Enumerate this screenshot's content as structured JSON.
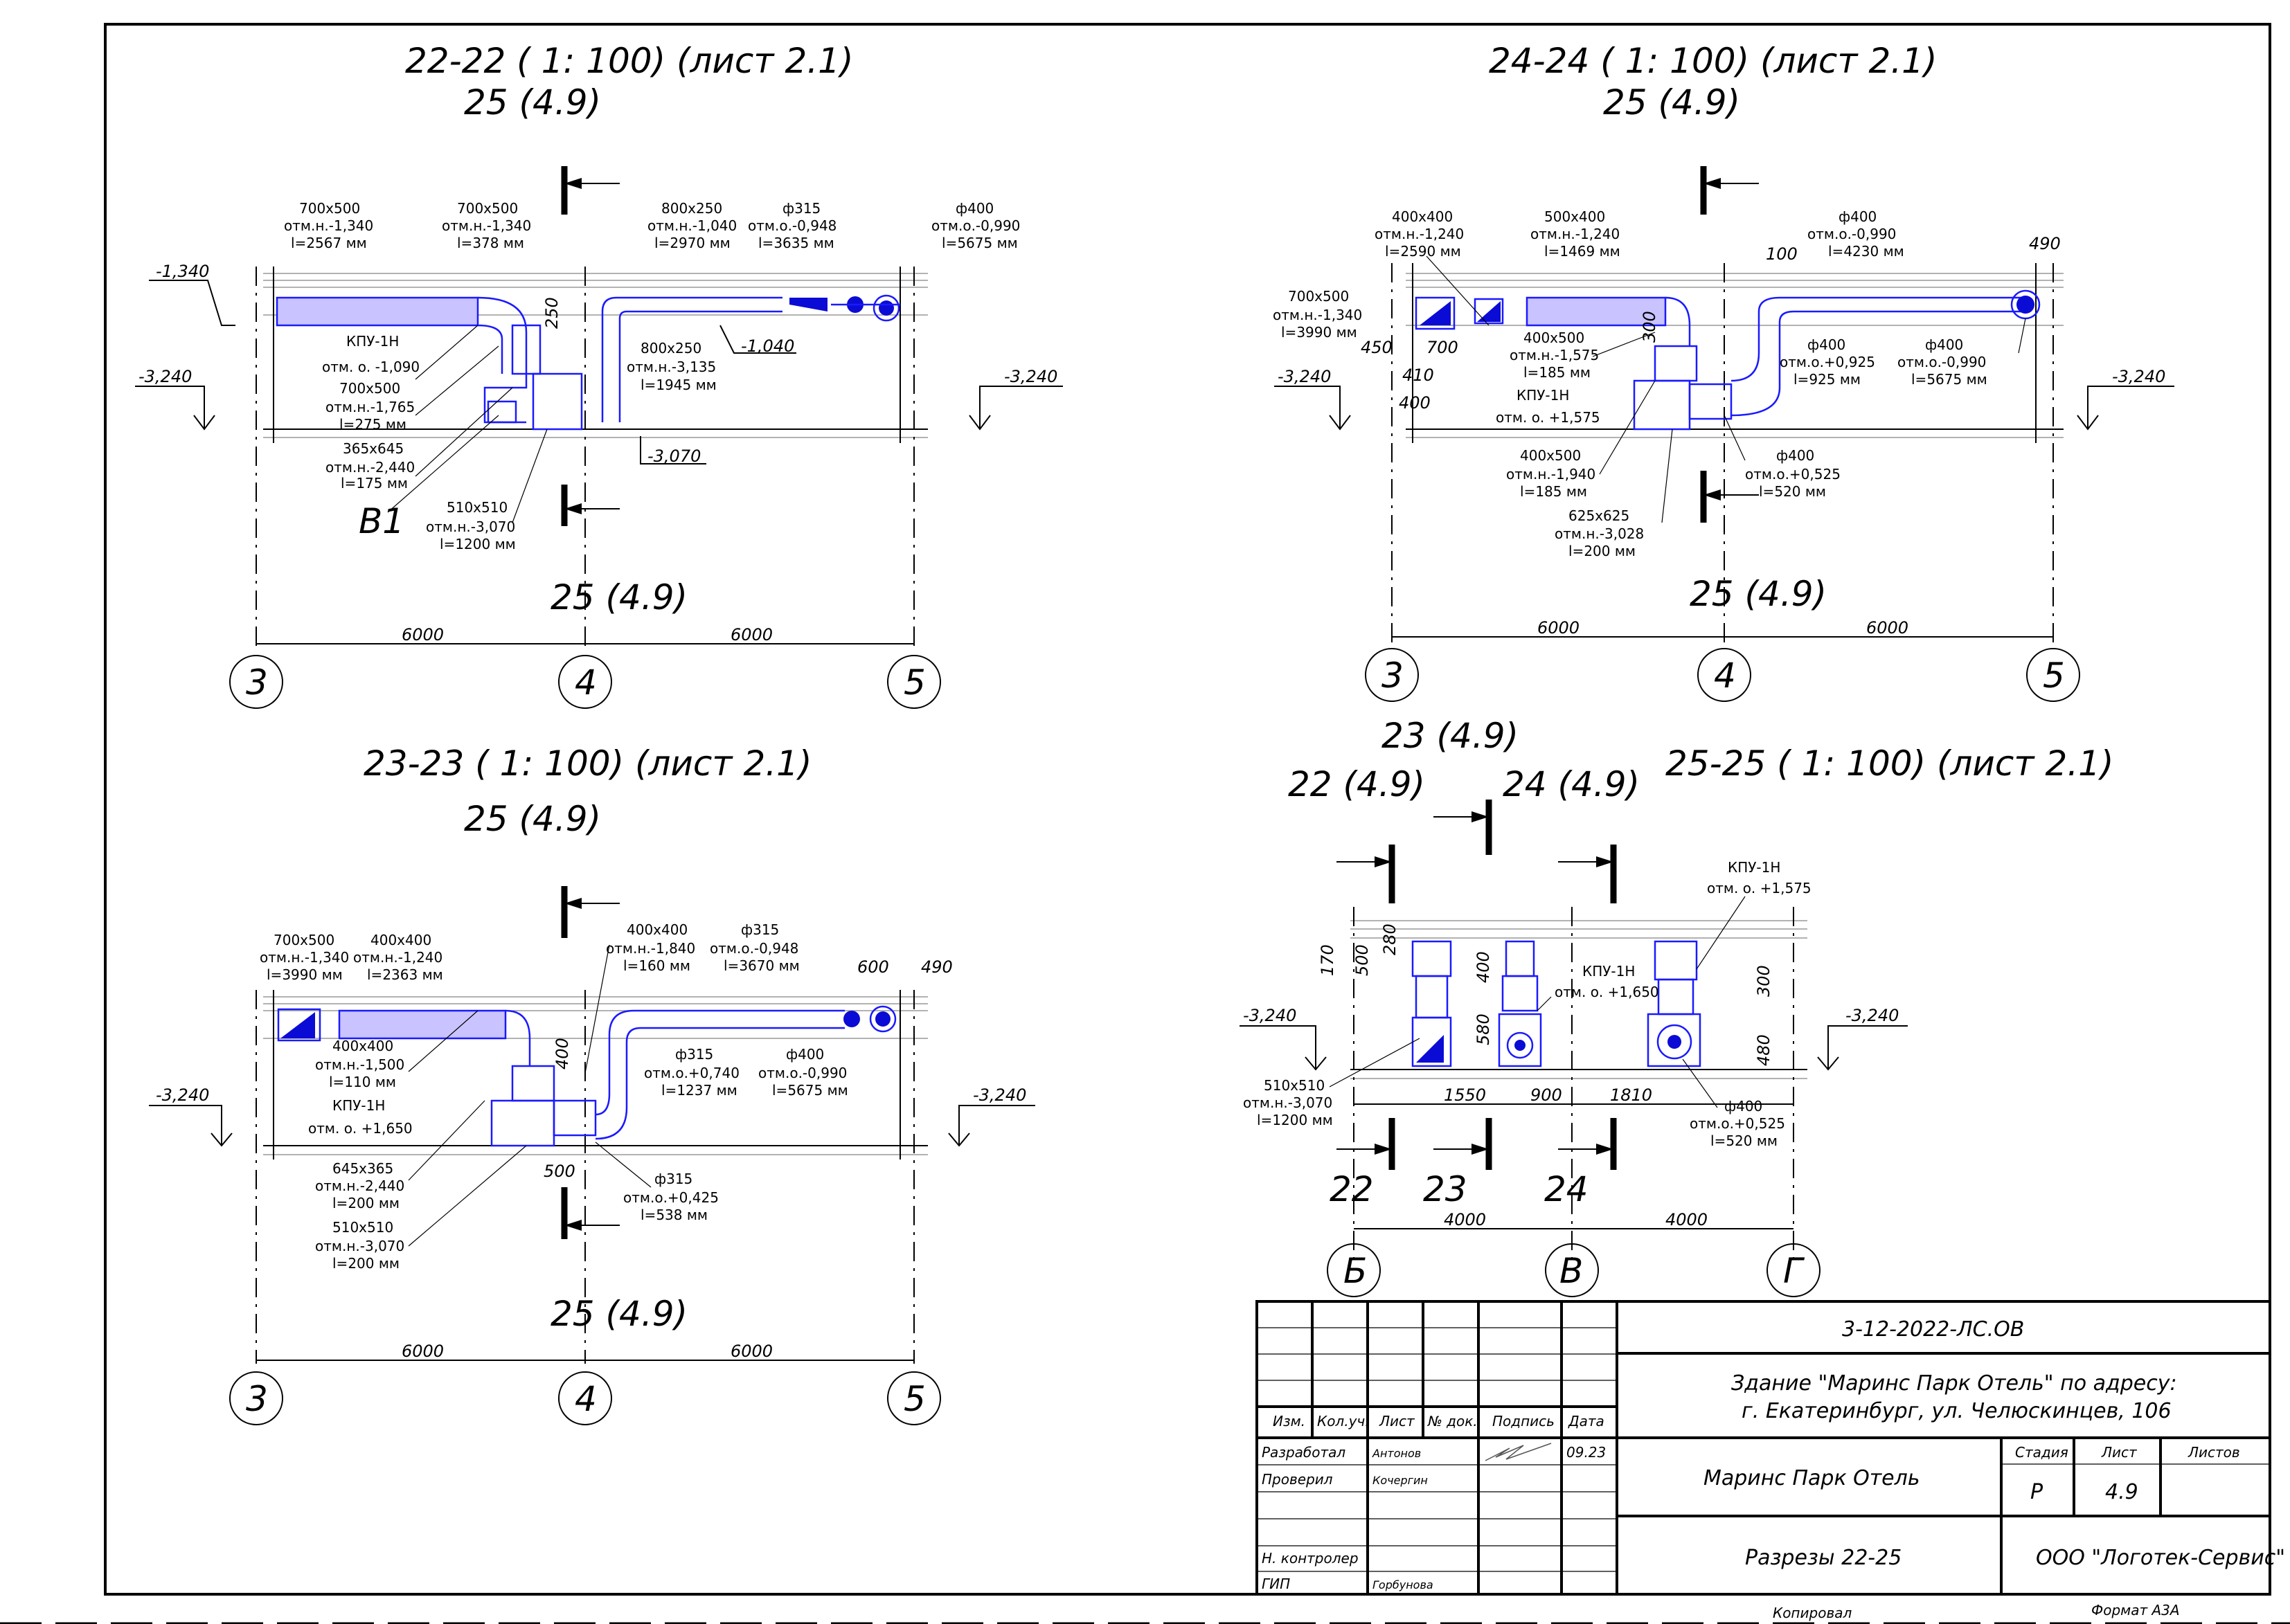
{
  "sections": [
    {
      "title": "22-22 ( 1: 100) (лист 2.1)",
      "subtitle": "25 (4.9)",
      "bottom_ref": "25 (4.9)",
      "callout": "В1",
      "spans": [
        "6000",
        "6000"
      ],
      "axes": [
        "3",
        "4",
        "5"
      ],
      "levels": [
        "-1,340",
        "-3,240",
        "-3,240",
        "-1,040",
        "-3,070",
        "250"
      ],
      "labels": [
        [
          "700х500",
          "отм.н.-1,340",
          "l=2567 мм"
        ],
        [
          "700х500",
          "отм.н.-1,340",
          "l=378 мм"
        ],
        [
          "800х250",
          "отм.н.-1,040",
          "l=2970 мм"
        ],
        [
          "ф315",
          "отм.о.-0,948",
          "l=3635 мм"
        ],
        [
          "ф400",
          "отм.о.-0,990",
          "l=5675 мм"
        ],
        [
          "КПУ-1Н",
          "отм. о. -1,090"
        ],
        [
          "700х500",
          "отм.н.-1,765",
          "l=275 мм"
        ],
        [
          "365х645",
          "отм.н.-2,440",
          "l=175 мм"
        ],
        [
          "510х510",
          "отм.н.-3,070",
          "l=1200 мм"
        ],
        [
          "800х250",
          "отм.н.-3,135",
          "l=1945 мм"
        ]
      ]
    },
    {
      "title": "24-24 ( 1: 100) (лист 2.1)",
      "subtitle": "25 (4.9)",
      "bottom_ref": "25 (4.9)",
      "spans": [
        "6000",
        "6000"
      ],
      "axes": [
        "3",
        "4",
        "5"
      ],
      "levels": [
        "-3,240",
        "-3,240",
        "100",
        "490",
        "450",
        "410",
        "400",
        "700",
        "300"
      ],
      "labels": [
        [
          "400х400",
          "отм.н.-1,240",
          "l=2590 мм"
        ],
        [
          "500х400",
          "отм.н.-1,240",
          "l=1469 мм"
        ],
        [
          "ф400",
          "отм.о.-0,990",
          "l=4230 мм"
        ],
        [
          "700х500",
          "отм.н.-1,340",
          "l=3990 мм"
        ],
        [
          "400х500",
          "отм.н.-1,575",
          "l=185 мм"
        ],
        [
          "КПУ-1Н",
          "отм. о. +1,575"
        ],
        [
          "ф400",
          "отм.о.+0,925",
          "l=925 мм"
        ],
        [
          "ф400",
          "отм.о.-0,990",
          "l=5675 мм"
        ],
        [
          "400х500",
          "отм.н.-1,940",
          "l=185 мм"
        ],
        [
          "625х625",
          "отм.н.-3,028",
          "l=200 мм"
        ],
        [
          "ф400",
          "отм.о.+0,525",
          "l=520 мм"
        ]
      ]
    },
    {
      "title": "23-23 ( 1: 100) (лист 2.1)",
      "subtitle": "25 (4.9)",
      "bottom_ref": "25 (4.9)",
      "spans": [
        "6000",
        "6000"
      ],
      "axes": [
        "3",
        "4",
        "5"
      ],
      "levels": [
        "-3,240",
        "-3,240",
        "600",
        "490",
        "400",
        "500"
      ],
      "labels": [
        [
          "700х500",
          "отм.н.-1,340",
          "l=3990 мм"
        ],
        [
          "400х400",
          "отм.н.-1,240",
          "l=2363 мм"
        ],
        [
          "400х400",
          "отм.н.-1,840",
          "l=160 мм"
        ],
        [
          "ф315",
          "отм.о.-0,948",
          "l=3670 мм"
        ],
        [
          "400х400",
          "отм.н.-1,500",
          "l=110 мм"
        ],
        [
          "КПУ-1Н",
          "отм. о. +1,650"
        ],
        [
          "ф315",
          "отм.о.+0,740",
          "l=1237 мм"
        ],
        [
          "ф400",
          "отм.о.-0,990",
          "l=5675 мм"
        ],
        [
          "645х365",
          "отм.н.-2,440",
          "l=200 мм"
        ],
        [
          "510х510",
          "отм.н.-3,070",
          "l=200 мм"
        ],
        [
          "ф315",
          "отм.о.+0,425",
          "l=538 мм"
        ]
      ]
    },
    {
      "title": "25-25 ( 1: 100) (лист 2.1)",
      "refs": [
        "23 (4.9)",
        "22 (4.9)",
        "24 (4.9)"
      ],
      "cuts": [
        "22",
        "23",
        "24"
      ],
      "spans": [
        "4000",
        "4000"
      ],
      "axes": [
        "Б",
        "В",
        "Г"
      ],
      "levels": [
        "-3,240",
        "-3,240",
        "170",
        "500",
        "280",
        "400",
        "580",
        "300",
        "480",
        "1550",
        "900",
        "1810"
      ],
      "labels": [
        [
          "КПУ-1Н",
          "отм. о. +1,575"
        ],
        [
          "КПУ-1Н",
          "отм. о. +1,650"
        ],
        [
          "510х510",
          "отм.н.-3,070",
          "l=1200 мм"
        ],
        [
          "ф400",
          "отм.о.+0,525",
          "l=520 мм"
        ]
      ]
    }
  ],
  "title_block": {
    "doc_code": "3-12-2022-ЛС.ОВ",
    "building_line1": "Здание \"Маринс Парк Отель\" по адресу:",
    "building_line2": "г. Екатеринбург, ул. Челюскинцев, 106",
    "headers": [
      "Изм.",
      "Кол.уч.",
      "Лист",
      "№ док.",
      "Подпись",
      "Дата"
    ],
    "rows": [
      {
        "role": "Разработал",
        "name": "Антонов",
        "date": "09.23"
      },
      {
        "role": "Проверил",
        "name": "Кочергин",
        "date": ""
      },
      {
        "role": "Н. контролер",
        "name": "",
        "date": ""
      },
      {
        "role": "ГИП",
        "name": "Горбунова",
        "date": ""
      }
    ],
    "object_name": "Маринс Парк Отель",
    "stage_label": "Стадия",
    "sheet_label": "Лист",
    "sheets_label": "Листов",
    "stage": "Р",
    "sheet": "4.9",
    "sheets": "",
    "drawing_name": "Разрезы 22-25",
    "company": "ООО \"Логотек-Сервис\"",
    "copied": "Копировал",
    "format": "Формат А3А"
  }
}
